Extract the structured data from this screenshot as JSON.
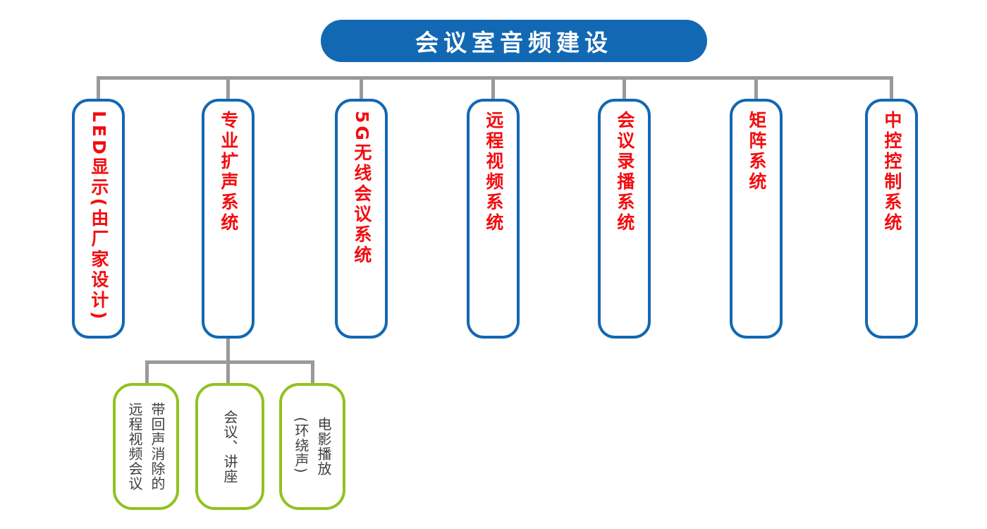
{
  "diagram": {
    "title": "会议室音频建设",
    "branches": [
      {
        "id": "led-display",
        "label": "LED显示(由厂家设计)"
      },
      {
        "id": "pro-sound",
        "label": "专业扩声系统"
      },
      {
        "id": "5g-wireless",
        "label": "5G无线会议系统"
      },
      {
        "id": "remote-video",
        "label": "远程视频系统"
      },
      {
        "id": "recording",
        "label": "会议录播系统"
      },
      {
        "id": "matrix",
        "label": "矩阵系统"
      },
      {
        "id": "central-control",
        "label": "中控控制系统"
      }
    ],
    "sub_branches": [
      {
        "id": "echo-cancel-video-conf",
        "parent": "专业扩声系统",
        "label": "带回声消除的\n远程视频会议"
      },
      {
        "id": "meeting-lecture",
        "parent": "专业扩声系统",
        "label": "会议、讲座"
      },
      {
        "id": "movie-surround",
        "parent": "专业扩声系统",
        "label": "电影播放\n(环绕声)"
      }
    ],
    "colors": {
      "node_blue": "#1268b3",
      "label_red": "#f20d10",
      "sub_green": "#8fc31f",
      "connector_gray": "#9a9a9a",
      "sub_text": "#3f3f3f",
      "title_text": "#ffffff"
    }
  }
}
